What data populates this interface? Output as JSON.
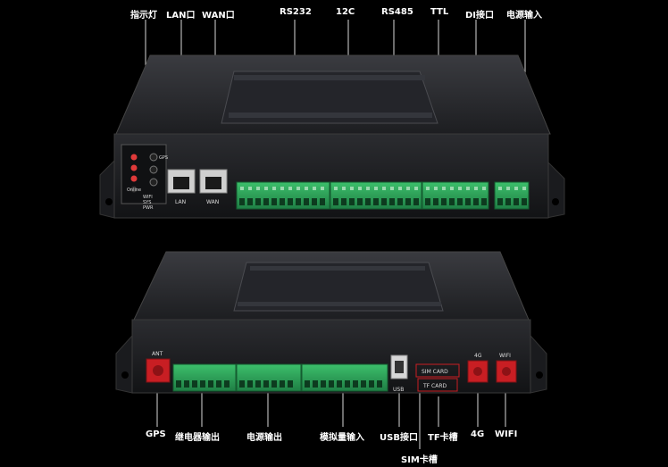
{
  "top_labels": {
    "indicator": "指示灯",
    "lan": "LAN口",
    "wan": "WAN口",
    "rs232": "RS232",
    "i2c": "12C",
    "rs485": "RS485",
    "ttl": "TTL",
    "di": "DI接口",
    "power_in": "电源输入"
  },
  "bottom_labels": {
    "gps": "GPS",
    "relay_out": "继电器输出",
    "power_out": "电源输出",
    "analog_in": "模拟量输入",
    "usb": "USB接口",
    "tf": "TF卡槽",
    "g4": "4G",
    "wifi": "WIFI",
    "sim": "SIM卡槽"
  },
  "device_top": {
    "led_labels": [
      "GPS",
      "Online",
      "WIFI",
      "SYS",
      "PWR"
    ],
    "lan_port": "LAN",
    "wan_port": "WAN"
  },
  "device_bottom": {
    "ant": "ANT",
    "usb": "USB",
    "sim_card": "SIM CARD",
    "tf_card": "TF CARD",
    "g4": "4G",
    "wifi": "WIFI"
  },
  "colors": {
    "terminal_green": "#2fa35a",
    "antenna_red": "#c81e23",
    "chassis": "#1b1c1f",
    "panel": "#2a2b2f"
  }
}
